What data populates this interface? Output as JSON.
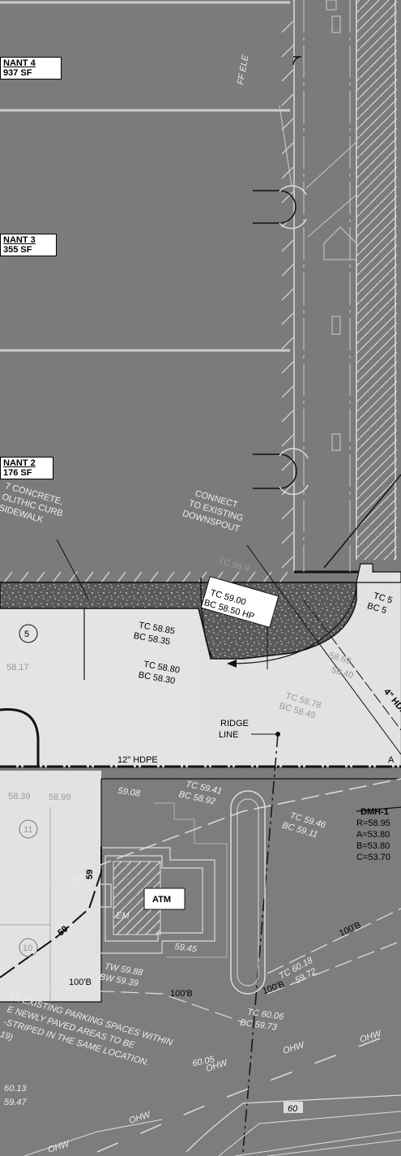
{
  "tenants": [
    {
      "name": "NANT 4",
      "area": "937 SF"
    },
    {
      "name": "NANT 3",
      "area": "355 SF"
    },
    {
      "name": "NANT 2",
      "area": "176 SF"
    }
  ],
  "callouts": {
    "sidewalk": [
      "7 CONCRETE,",
      "OLITHIC CURB",
      "SIDEWALK"
    ],
    "downspout": [
      "CONNECT",
      "TO EXISTING",
      "DOWNSPOUT"
    ],
    "ridge": [
      "RIDGE",
      "LINE"
    ],
    "parking_note": [
      "LL EXISTING PARKING SPACES WITHIN",
      "E NEWLY PAVED AREAS TO BE",
      "-STRIPED IN THE SAME LOCATION.",
      "19)"
    ]
  },
  "grades": {
    "tc_hp": "TC 59.00",
    "bc_hp": "BC 58.50 HP",
    "tc_1": "TC 58.85",
    "bc_1": "BC 58.35",
    "tc_2": "TC 58.80",
    "bc_2": "BC 58.30",
    "tc_3": "TC 58.78",
    "bc_3": "BC 58.49",
    "tc_4": "TC 59.41",
    "bc_4": "BC 58.92",
    "tc_5": "TC 59.46",
    "bc_5": "BC 59.11",
    "tc_6": "TC 60.18",
    "bc_6": "59.72",
    "tc_7": "TC 60.06",
    "bc_7": "BC 59.73",
    "tw": "TW 59.88",
    "bw": "BW 59.39",
    "tc_edge": "TC 5",
    "bc_edge": "BC 5",
    "tc_top": "TC 58.9",
    "g1": "58.17",
    "g2": "58.69",
    "g3": "58.40",
    "g4": "58.99",
    "g5": "58.39",
    "g6": "59.08",
    "g7": "59.45",
    "g8": "60.05",
    "g9": "60.13",
    "g10": "59.47",
    "g11": "59"
  },
  "contours": [
    "59",
    "59",
    "60"
  ],
  "pipes": {
    "hdpe_12": "12\" HDPE",
    "hdpe_4": "4\" HDPE",
    "letter": "A",
    "b100": "100'B",
    "ohw": "OHW"
  },
  "dmh": {
    "title": "DMH-1",
    "r": "R=58.95",
    "a": "A=53.80",
    "b": "B=53.80",
    "c": "C=53.70"
  },
  "atm": "ATM",
  "em": "EM",
  "stalls": [
    "5",
    "11",
    "10"
  ],
  "ff": "FF ELE"
}
